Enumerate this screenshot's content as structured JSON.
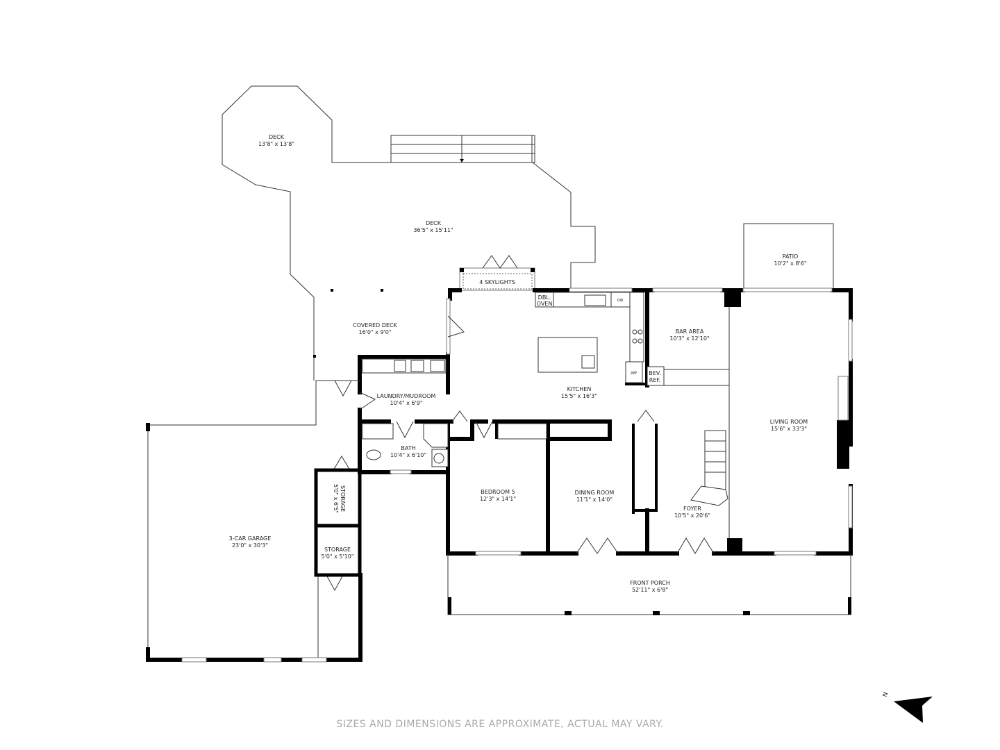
{
  "rooms": [
    {
      "name": "DECK",
      "dims": "13'8\" x 13'8\""
    },
    {
      "name": "DECK",
      "dims": "36'5\" x 15'11\""
    },
    {
      "name": "COVERED DECK",
      "dims": "16'0\" x 9'0\""
    },
    {
      "name": "PATIO",
      "dims": "10'2\" x 8'6\""
    },
    {
      "name": "BAR AREA",
      "dims": "10'3\" x 12'10\""
    },
    {
      "name": "KITCHEN",
      "dims": "15'5\" x 16'3\""
    },
    {
      "name": "LAUNDRY/MUDROOM",
      "dims": "10'4\" x 6'9\""
    },
    {
      "name": "LIVING ROOM",
      "dims": "15'6\" x 33'3\""
    },
    {
      "name": "BATH",
      "dims": "10'4\" x 6'10\""
    },
    {
      "name": "BEDROOM 5",
      "dims": "12'3\" x 14'1\""
    },
    {
      "name": "DINING ROOM",
      "dims": "11'1\" x 14'0\""
    },
    {
      "name": "FOYER",
      "dims": "10'5\" x 20'6\""
    },
    {
      "name": "STORAGE",
      "dims": "5'0\" x 6'5\""
    },
    {
      "name": "STORAGE",
      "dims": "5'0\" x 5'10\""
    },
    {
      "name": "3-CAR GARAGE",
      "dims": "23'0\" x 30'3\""
    },
    {
      "name": "FRONT PORCH",
      "dims": "52'11\" x 6'8\""
    }
  ],
  "fixtures": {
    "skylights": "4 SKYLIGHTS",
    "oven_line1": "DBL.",
    "oven_line2": "OVEN",
    "dishwasher": "DW",
    "refrigerator": "REF",
    "bev_ref_line1": "BEV.",
    "bev_ref_line2": "REF."
  },
  "compass": {
    "label": "N",
    "icon": "north-arrow-icon"
  },
  "disclaimer": "SIZES AND DIMENSIONS ARE APPROXIMATE, ACTUAL MAY VARY."
}
